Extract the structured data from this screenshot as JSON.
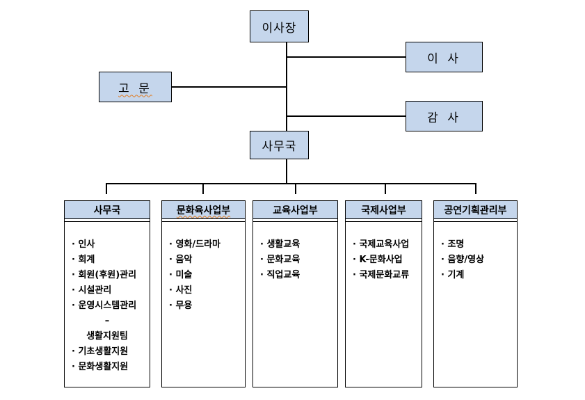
{
  "diagram": {
    "top": {
      "chairman": "이사장",
      "directors": "이 사",
      "advisor": "고 문",
      "auditor": "감 사",
      "secretariat": "사무국"
    },
    "departments": [
      {
        "title": "사무국",
        "items": [
          {
            "text": "· 인사",
            "style": "bullet"
          },
          {
            "text": "· 회계",
            "style": "bullet"
          },
          {
            "text": "· 회원(후원)관리",
            "style": "bullet"
          },
          {
            "text": "· 시설관리",
            "style": "bullet"
          },
          {
            "text": "· 운영시스템관리",
            "style": "bullet"
          },
          {
            "text": "–",
            "style": "center"
          },
          {
            "text": "생활지원팀",
            "style": "center"
          },
          {
            "text": "· 기초생활지원",
            "style": "bullet"
          },
          {
            "text": "· 문화생활지원",
            "style": "bullet"
          }
        ]
      },
      {
        "title": "문화육사업부",
        "items": [
          {
            "text": "· 영화/드라마",
            "style": "bullet"
          },
          {
            "text": "· 음악",
            "style": "bullet"
          },
          {
            "text": "· 미술",
            "style": "bullet"
          },
          {
            "text": "· 사진",
            "style": "bullet"
          },
          {
            "text": "· 무용",
            "style": "bullet"
          }
        ]
      },
      {
        "title": "교육사업부",
        "items": [
          {
            "text": "· 생활교육",
            "style": "bullet"
          },
          {
            "text": "· 문화교육",
            "style": "bullet"
          },
          {
            "text": "· 직업교육",
            "style": "bullet"
          }
        ]
      },
      {
        "title": "국제사업부",
        "items": [
          {
            "text": "· 국제교육사업",
            "style": "bullet"
          },
          {
            "text": "· K-문화사업",
            "style": "bullet"
          },
          {
            "text": "· 국제문화교류",
            "style": "bullet"
          }
        ]
      },
      {
        "title": "공연기획관리부",
        "items": [
          {
            "text": "· 조명",
            "style": "bullet"
          },
          {
            "text": "· 음향/영상",
            "style": "bullet"
          },
          {
            "text": "· 기계",
            "style": "bullet"
          }
        ]
      }
    ]
  }
}
